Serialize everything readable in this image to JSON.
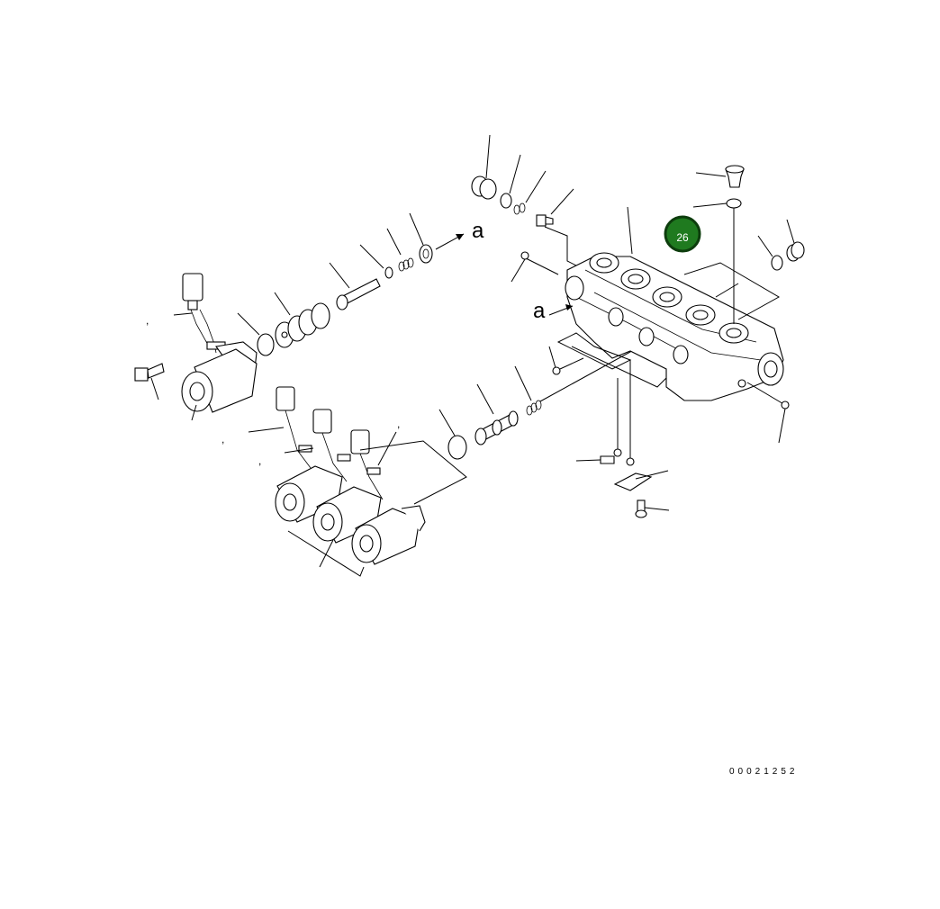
{
  "diagram": {
    "drawing_number": "00021252",
    "view_marker": "a",
    "view_marker_2": "a",
    "hotspot_label": "26",
    "colors": {
      "hotspot_fill": "#1f7a1f",
      "hotspot_ring": "#0d3d0d",
      "line": "#000000",
      "background": "#ffffff"
    }
  }
}
